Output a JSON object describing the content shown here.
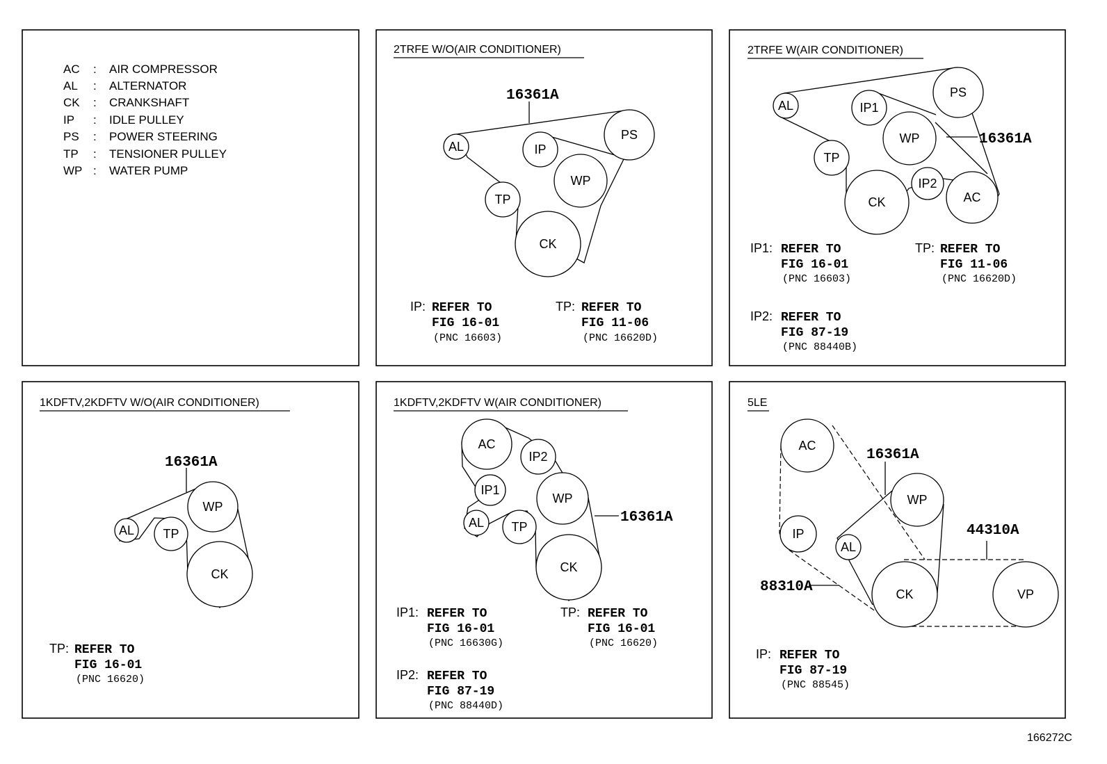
{
  "legend": [
    {
      "code": "AC",
      "sep": ":",
      "name": "AIR COMPRESSOR"
    },
    {
      "code": "AL",
      "sep": ":",
      "name": "ALTERNATOR"
    },
    {
      "code": "CK",
      "sep": ":",
      "name": "CRANKSHAFT"
    },
    {
      "code": "IP",
      "sep": ":",
      "name": "IDLE PULLEY"
    },
    {
      "code": "PS",
      "sep": ":",
      "name": "POWER STEERING"
    },
    {
      "code": "TP",
      "sep": ":",
      "name": "TENSIONER PULLEY"
    },
    {
      "code": "WP",
      "sep": ":",
      "name": "WATER PUMP"
    }
  ],
  "panels": {
    "p2": {
      "title": "2TRFE  W/O(AIR CONDITIONER)",
      "part": "16361A",
      "pulleys": {
        "al": "AL",
        "ip": "IP",
        "ps": "PS",
        "tp": "TP",
        "wp": "WP",
        "ck": "CK"
      },
      "notes": [
        {
          "key": "IP:",
          "line1": "REFER TO",
          "line2": "FIG 16-01",
          "pnc": "(PNC 16603)"
        },
        {
          "key": "TP:",
          "line1": "REFER TO",
          "line2": "FIG 11-06",
          "pnc": "(PNC 16620D)"
        }
      ]
    },
    "p3": {
      "title": "2TRFE  W(AIR CONDITIONER)",
      "part": "16361A",
      "pulleys": {
        "al": "AL",
        "ip1": "IP1",
        "ps": "PS",
        "wp": "WP",
        "tp": "TP",
        "ck": "CK",
        "ip2": "IP2",
        "ac": "AC"
      },
      "notes": [
        {
          "key": "IP1:",
          "line1": "REFER TO",
          "line2": "FIG 16-01",
          "pnc": "(PNC 16603)"
        },
        {
          "key": "TP:",
          "line1": "REFER TO",
          "line2": "FIG 11-06",
          "pnc": "(PNC 16620D)"
        },
        {
          "key": "IP2:",
          "line1": "REFER TO",
          "line2": "FIG 87-19",
          "pnc": "(PNC 88440B)"
        }
      ]
    },
    "p4": {
      "title": "1KDFTV,2KDFTV  W/O(AIR CONDITIONER)",
      "part": "16361A",
      "pulleys": {
        "al": "AL",
        "tp": "TP",
        "wp": "WP",
        "ck": "CK"
      },
      "notes": [
        {
          "key": "TP:",
          "line1": "REFER TO",
          "line2": "FIG 16-01",
          "pnc": "(PNC 16620)"
        }
      ]
    },
    "p5": {
      "title": "1KDFTV,2KDFTV  W(AIR CONDITIONER)",
      "part": "16361A",
      "pulleys": {
        "ac": "AC",
        "ip2": "IP2",
        "ip1": "IP1",
        "wp": "WP",
        "al": "AL",
        "tp": "TP",
        "ck": "CK"
      },
      "notes": [
        {
          "key": "IP1:",
          "line1": "REFER TO",
          "line2": "FIG 16-01",
          "pnc": "(PNC 16630G)"
        },
        {
          "key": "TP:",
          "line1": "REFER TO",
          "line2": "FIG 16-01",
          "pnc": "(PNC 16620)"
        },
        {
          "key": "IP2:",
          "line1": "REFER TO",
          "line2": "FIG 87-19",
          "pnc": "(PNC 88440D)"
        }
      ]
    },
    "p6": {
      "title": "5LE",
      "parts": {
        "fan_belt": "16361A",
        "vacuum_belt": "44310A",
        "ac_belt": "88310A"
      },
      "pulleys": {
        "ac": "AC",
        "ip": "IP",
        "wp": "WP",
        "al": "AL",
        "ck": "CK",
        "vp": "VP"
      },
      "notes": [
        {
          "key": "IP:",
          "line1": "REFER TO",
          "line2": "FIG 87-19",
          "pnc": "(PNC 88545)"
        }
      ]
    }
  },
  "figure_id": "166272C"
}
